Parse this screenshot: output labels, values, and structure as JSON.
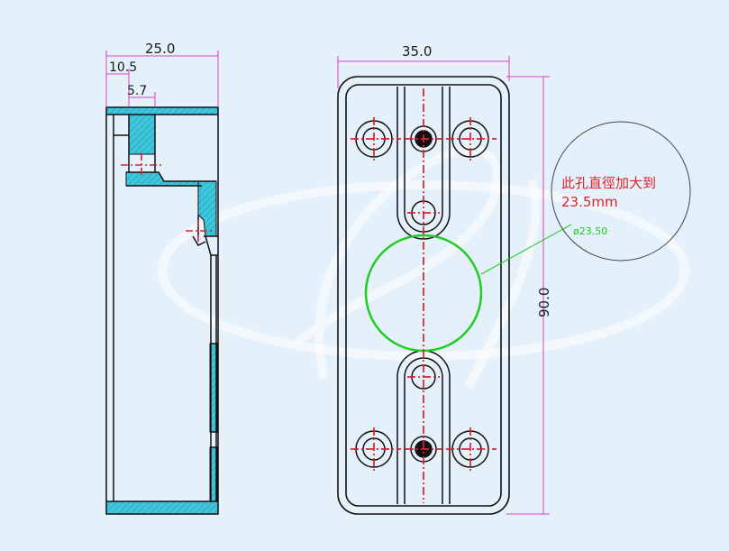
{
  "dimensions": {
    "side_overall_width": "25.0",
    "side_step_width": "10.5",
    "side_slot_width": "5.7",
    "front_width": "35.0",
    "front_height": "90.0"
  },
  "annotation": {
    "note_line1": "此孔直徑加大到",
    "note_line2": "23.5mm",
    "hole_label": "ø23.50"
  },
  "colors": {
    "outline": "#111111",
    "center_line": "#e0202a",
    "hatch": "#3ec6dc",
    "highlight": "#22cc22",
    "dimension_line": "#e040c8",
    "background": "#e4f0fa"
  }
}
